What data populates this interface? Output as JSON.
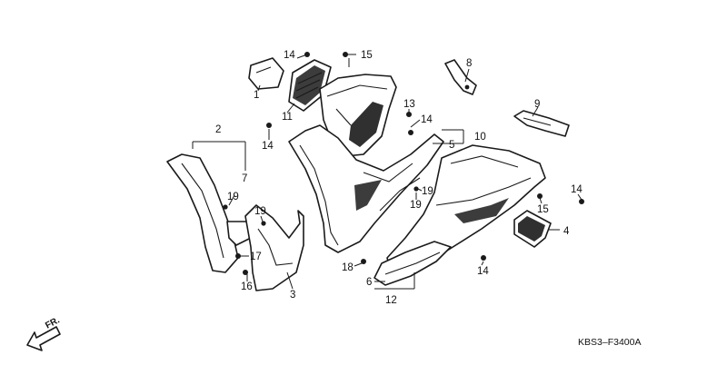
{
  "callouts": [
    {
      "id": "c1",
      "label": "1"
    },
    {
      "id": "c2",
      "label": "2"
    },
    {
      "id": "c3",
      "label": "3"
    },
    {
      "id": "c4",
      "label": "4"
    },
    {
      "id": "c5",
      "label": "5"
    },
    {
      "id": "c6",
      "label": "6"
    },
    {
      "id": "c7",
      "label": "7"
    },
    {
      "id": "c8",
      "label": "8"
    },
    {
      "id": "c9",
      "label": "9"
    },
    {
      "id": "c10",
      "label": "10"
    },
    {
      "id": "c11",
      "label": "11"
    },
    {
      "id": "c12",
      "label": "12"
    },
    {
      "id": "c13",
      "label": "13"
    },
    {
      "id": "c14a",
      "label": "14"
    },
    {
      "id": "c14b",
      "label": "14"
    },
    {
      "id": "c14c",
      "label": "14"
    },
    {
      "id": "c14d",
      "label": "14"
    },
    {
      "id": "c14e",
      "label": "14"
    },
    {
      "id": "c15a",
      "label": "15"
    },
    {
      "id": "c15b",
      "label": "15"
    },
    {
      "id": "c16",
      "label": "16"
    },
    {
      "id": "c17",
      "label": "17"
    },
    {
      "id": "c18",
      "label": "18"
    },
    {
      "id": "c19a",
      "label": "19"
    },
    {
      "id": "c19b",
      "label": "19"
    },
    {
      "id": "c19c",
      "label": "19"
    },
    {
      "id": "c19d",
      "label": "19"
    }
  ],
  "front_indicator": "FR.",
  "diagram_code": "KBS3–F3400A"
}
